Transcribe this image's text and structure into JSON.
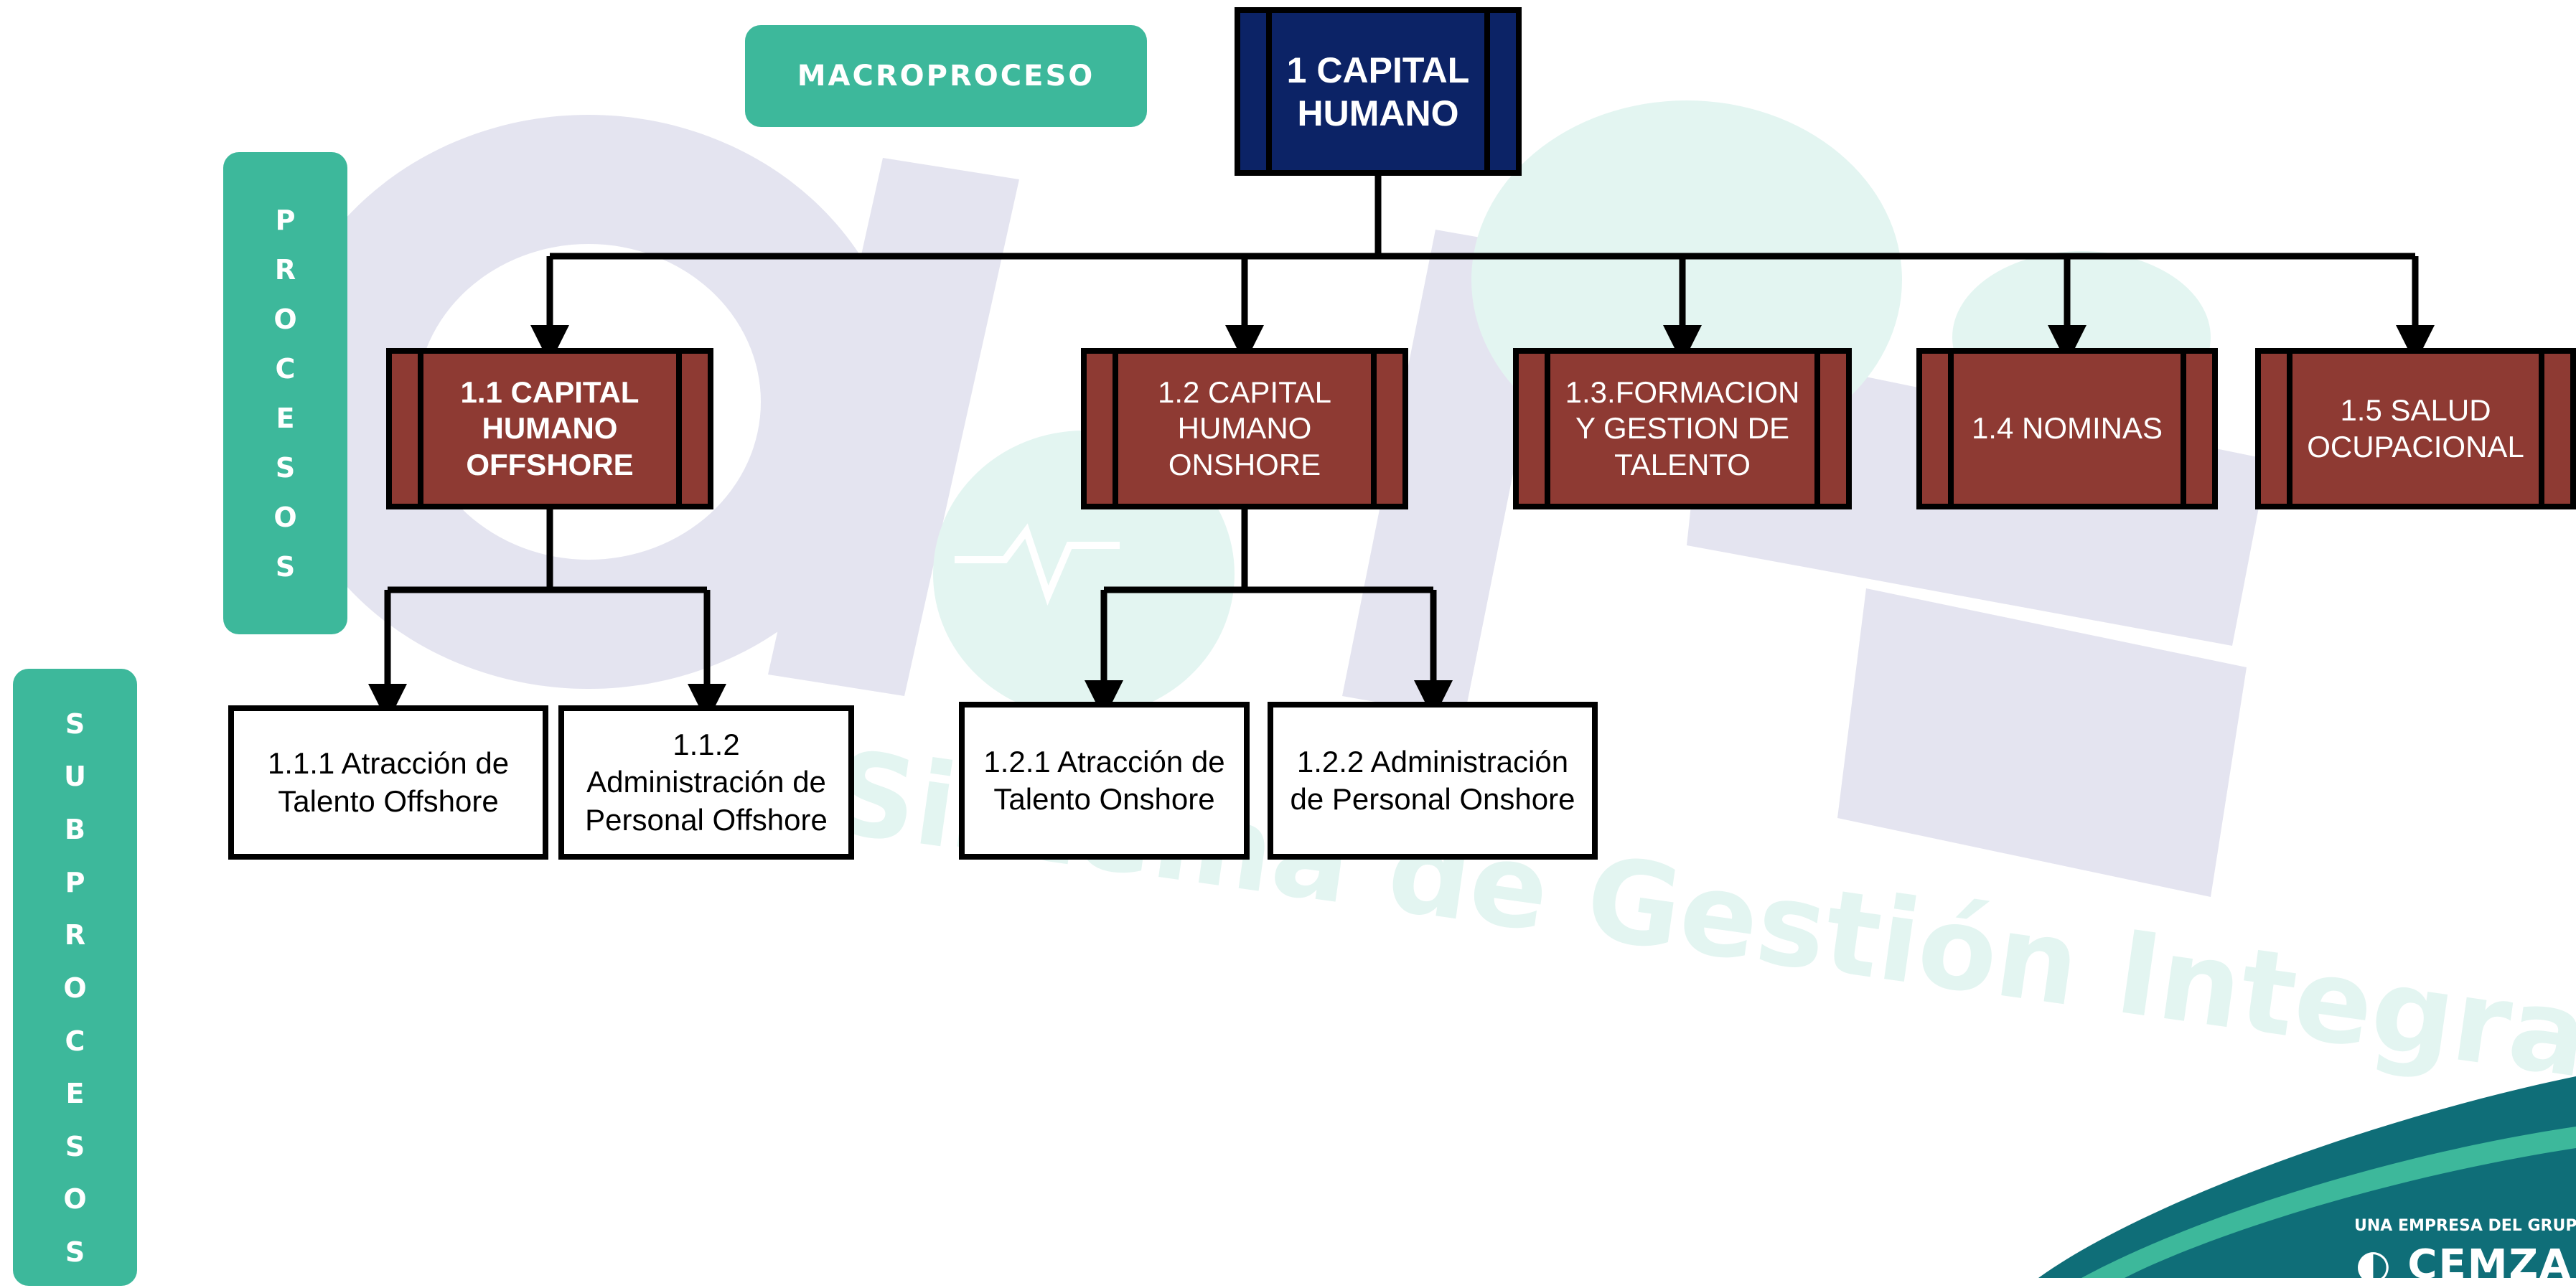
{
  "colors": {
    "macro_fill": "#0c2366",
    "process_fill": "#8e3a33",
    "label_green": "#3db89b",
    "watermark_purple": "#e4e4f0",
    "watermark_teal": "#e3f5f1",
    "logo_teal": "#0f6e78"
  },
  "labels": {
    "macroproceso": "MACROPROCESO",
    "procesos": [
      "P",
      "R",
      "O",
      "C",
      "E",
      "S",
      "O",
      "S"
    ],
    "subprocesos": [
      "S",
      "U",
      "B",
      "P",
      "R",
      "O",
      "C",
      "E",
      "S",
      "O",
      "S"
    ]
  },
  "macro": {
    "line1": "1 CAPITAL",
    "line2": "HUMANO"
  },
  "processes": [
    {
      "lines": [
        "1.1 CAPITAL",
        "HUMANO",
        "OFFSHORE"
      ]
    },
    {
      "lines": [
        "1.2 CAPITAL",
        "HUMANO",
        "ONSHORE"
      ]
    },
    {
      "lines": [
        "1.3.FORMACION",
        "Y GESTION DE",
        "TALENTO"
      ]
    },
    {
      "lines": [
        "1.4 NOMINAS"
      ]
    },
    {
      "lines": [
        "1.5 SALUD",
        "OCUPACIONAL"
      ]
    }
  ],
  "subprocesses": [
    {
      "lines": [
        "1.1.1 Atracción de",
        "Talento Offshore"
      ]
    },
    {
      "lines": [
        "1.1.2",
        "Administración de",
        "Personal Offshore"
      ]
    },
    {
      "lines": [
        "1.2.1 Atracción de",
        "Talento Onshore"
      ]
    },
    {
      "lines": [
        "1.2.2 Administración",
        "de Personal Onshore"
      ]
    }
  ],
  "watermark": {
    "text": "Sistema de Gestión Integral"
  },
  "logo": {
    "tagline": "UNA EMPRESA DEL GRUPO",
    "word": "CEMZA"
  }
}
